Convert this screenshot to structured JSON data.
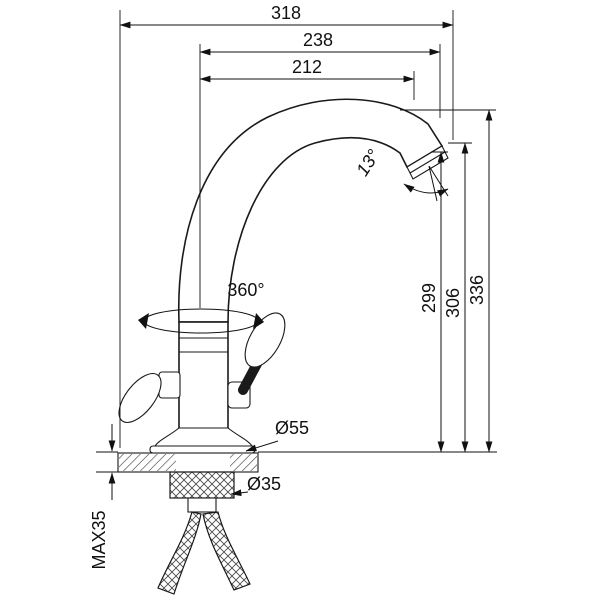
{
  "page": {
    "background": "#ffffff",
    "line_color": "#111111",
    "kind": "faucet-dimension-technical-drawing"
  },
  "drawing": {
    "subject": "kitchen mixer faucet with high curved swivel spout, two handles, deck flange, threaded shank and two braided supply hoses",
    "dims": {
      "overall_width": "318",
      "spout_reach": "238",
      "spout_reach_inner": "212",
      "spout_height": "299",
      "outlet_height": "306",
      "overall_height": "336",
      "spout_angle": "13°",
      "swivel_range": "360°",
      "flange_diameter": "Ø55",
      "shank_diameter": "Ø35",
      "max_counter_thickness": "MAX35"
    }
  }
}
